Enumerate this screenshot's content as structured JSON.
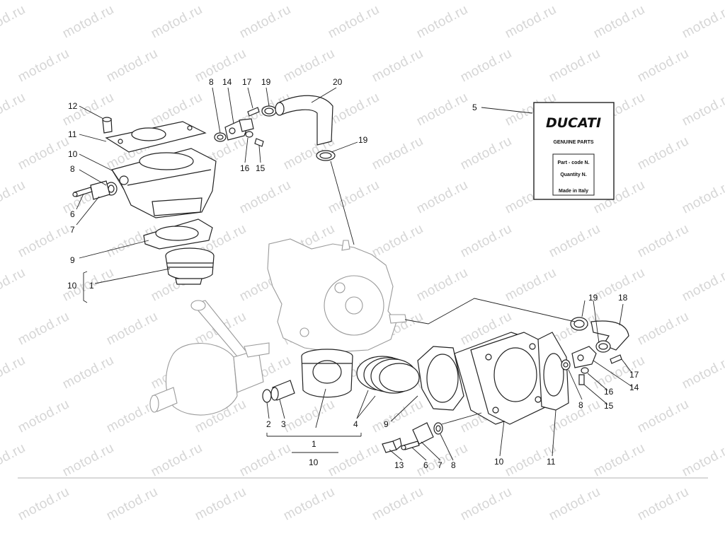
{
  "watermark": {
    "text": "motod.ru"
  },
  "label_card": {
    "brand": "DUCATI",
    "subtitle": "GENUINE PARTS",
    "fields": [
      "Part - code N.",
      "Quantity N.",
      "Made in Italy"
    ]
  },
  "callouts": {
    "c1": "1",
    "c2": "2",
    "c3": "3",
    "c4": "4",
    "c5": "5",
    "c6": "6",
    "c7": "7",
    "c8": "8",
    "c9": "9",
    "c10": "10",
    "c11": "11",
    "c12": "12",
    "c13": "13",
    "c14": "14",
    "c15": "15",
    "c16": "16",
    "c17": "17",
    "c18": "18",
    "c19": "19",
    "c20": "20"
  }
}
